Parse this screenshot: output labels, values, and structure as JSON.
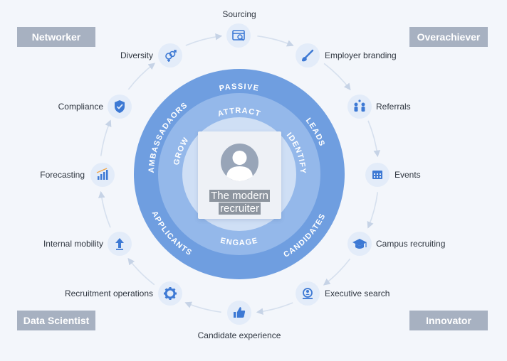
{
  "corners": {
    "top_left": "Networker",
    "top_right": "Overachiever",
    "bottom_left": "Data Scientist",
    "bottom_right": "Innovator"
  },
  "center": {
    "line1": "The modern",
    "line2": "recruiter"
  },
  "rings": {
    "outer": {
      "top": "PASSIVE",
      "right": "LEADS",
      "bottom": "CANDIDATES",
      "bottom_left": "APPLICANTS",
      "left": "AMBASSADAORS"
    },
    "inner": {
      "top": "ATTRACT",
      "right": "IDENTIFY",
      "bottom": "ENGAGE",
      "left": "GROW"
    }
  },
  "cycle": [
    {
      "label": "Sourcing",
      "icon": "browser-search-icon"
    },
    {
      "label": "Employer branding",
      "icon": "paintbrush-icon"
    },
    {
      "label": "Referrals",
      "icon": "people-referral-icon"
    },
    {
      "label": "Events",
      "icon": "calendar-icon"
    },
    {
      "label": "Campus recruiting",
      "icon": "graduation-cap-icon"
    },
    {
      "label": "Executive search",
      "icon": "person-search-icon"
    },
    {
      "label": "Candidate experience",
      "icon": "thumbs-up-icon"
    },
    {
      "label": "Recruitment operations",
      "icon": "gear-icon"
    },
    {
      "label": "Internal mobility",
      "icon": "arrow-up-icon"
    },
    {
      "label": "Forecasting",
      "icon": "bar-chart-icon"
    },
    {
      "label": "Compliance",
      "icon": "shield-check-icon"
    },
    {
      "label": "Diversity",
      "icon": "gender-symbols-icon"
    }
  ],
  "colors": {
    "outer_ring": "#6f9ee0",
    "middle_ring": "#94b8ea",
    "inner_disc": "#cfdff5",
    "node_fill": "#e3ecf9",
    "icon": "#3d79d4",
    "corner_fill": "#a7b1c1",
    "cycle_line": "#d6e0ee"
  }
}
